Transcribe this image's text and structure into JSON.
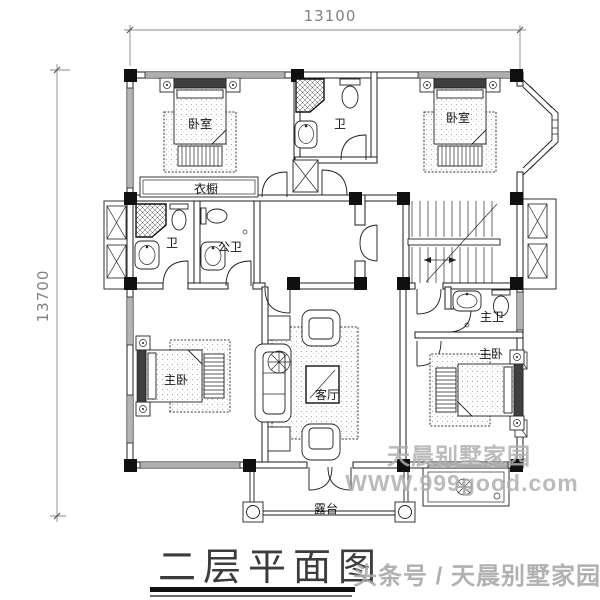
{
  "drawing": {
    "type": "architectural-floor-plan",
    "title": "二层平面图",
    "dimensions": {
      "width_mm": "13100",
      "depth_mm": "13700"
    },
    "rooms": [
      {
        "id": "bedroom-nw",
        "label": "卧室"
      },
      {
        "id": "bath-north",
        "label": "卫"
      },
      {
        "id": "bedroom-ne",
        "label": "卧室"
      },
      {
        "id": "wardrobe",
        "label": "衣橱"
      },
      {
        "id": "bath-west",
        "label": "卫"
      },
      {
        "id": "bath-public",
        "label": "公卫"
      },
      {
        "id": "master-bath",
        "label": "主卫"
      },
      {
        "id": "master-bedroom-sw",
        "label": "主卧"
      },
      {
        "id": "living-room",
        "label": "客厅"
      },
      {
        "id": "master-bedroom-se",
        "label": "主卧"
      },
      {
        "id": "terrace",
        "label": "露台"
      }
    ],
    "watermarks": {
      "brand": "天晨别墅家园",
      "url": "WWW.999good.com",
      "footer": "头条号 / 天晨别墅家园"
    },
    "colors": {
      "line": "#1c1c1c",
      "dimension": "#8a8a8a",
      "watermark": "#b0b0b0",
      "title": "#3c3c3c"
    }
  }
}
